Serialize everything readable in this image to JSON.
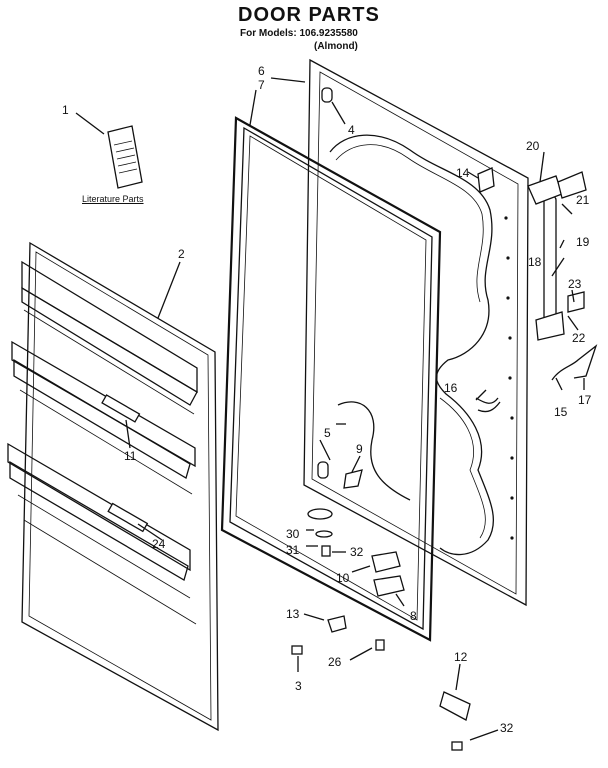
{
  "header": {
    "title": "DOOR PARTS",
    "models_line": "For Models: 106.9235580",
    "color_line": "(Almond)"
  },
  "literature_label": "Literature Parts",
  "callouts": [
    "1",
    "2",
    "3",
    "4",
    "5",
    "6",
    "7",
    "8",
    "9",
    "10",
    "11",
    "12",
    "13",
    "14",
    "15",
    "16",
    "17",
    "18",
    "19",
    "20",
    "21",
    "22",
    "23",
    "24",
    "26",
    "30",
    "31",
    "32",
    "32"
  ]
}
